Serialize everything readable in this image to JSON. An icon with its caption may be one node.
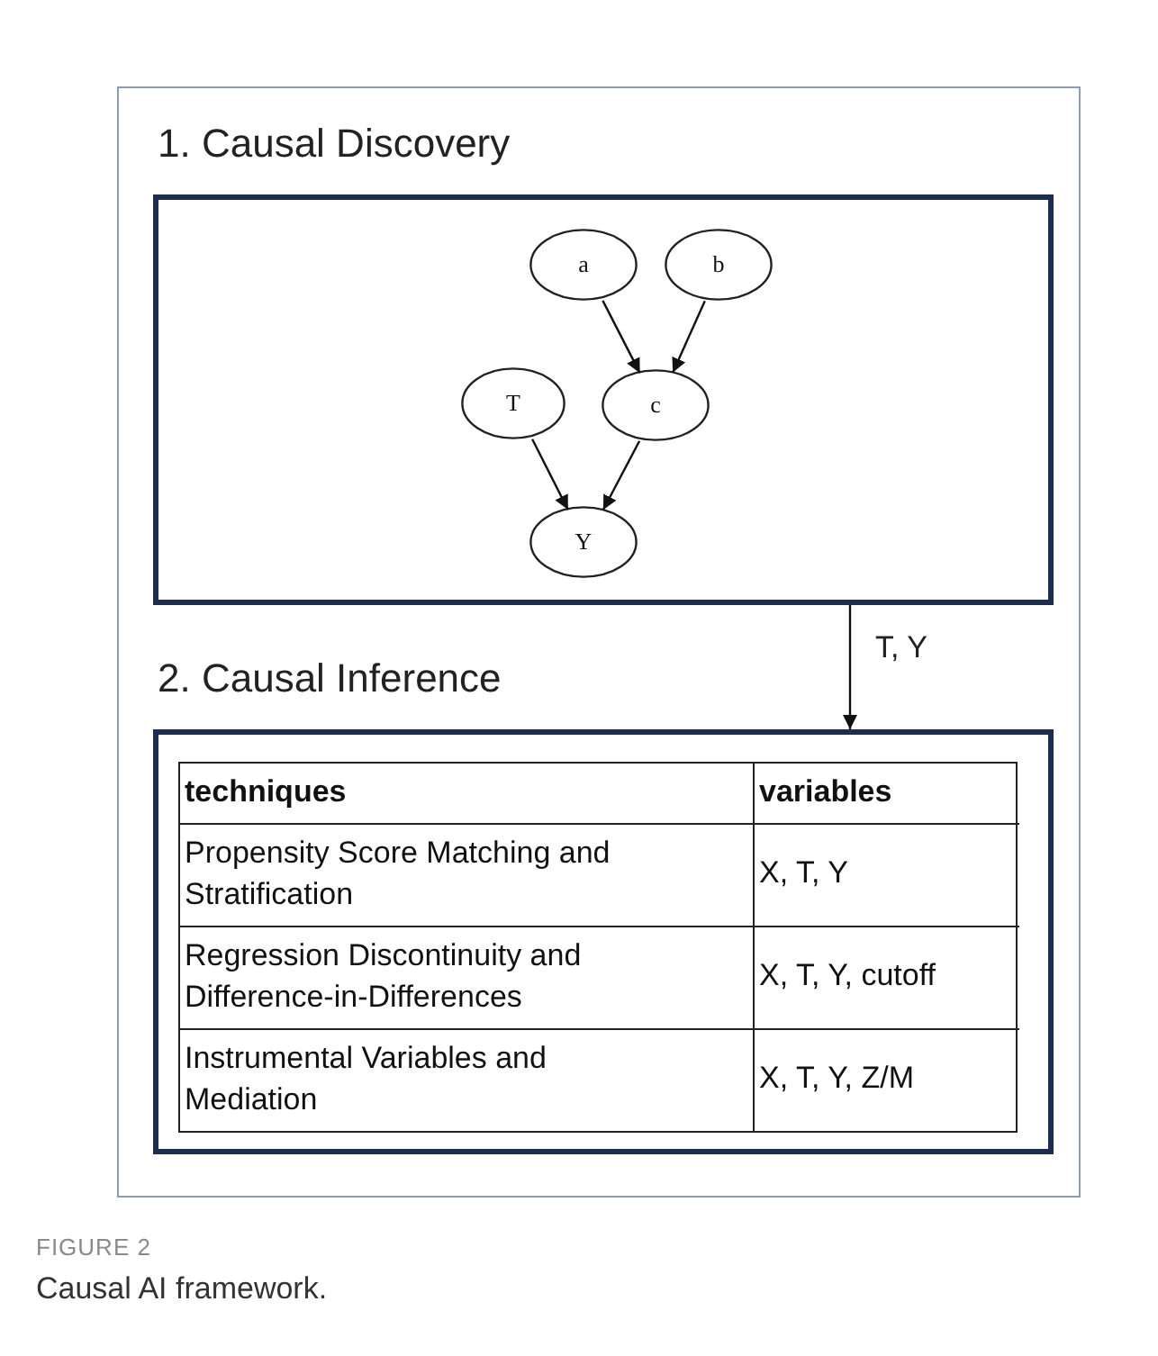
{
  "diagram": {
    "caption": "Causal AI framework.",
    "nodes": [
      {
        "text": [],
        "shape": "box"
      },
      {
        "text": [
          "1. Causal Discovery"
        ],
        "in": 0
      },
      {
        "text": [
          "a"
        ],
        "in": 1
      },
      {
        "text": [
          "b"
        ],
        "in": 1
      },
      {
        "text": [
          "T"
        ],
        "in": 1
      },
      {
        "text": [
          "c"
        ],
        "in": 1
      },
      {
        "text": [
          "Y"
        ],
        "in": 1
      },
      {
        "text": [
          "2. Causal Inference"
        ],
        "in": 0
      }
    ],
    "edges": [
      {
        "from": 2,
        "to": 5,
        "arrow": "to"
      },
      {
        "from": 3,
        "to": 5,
        "arrow": "to"
      },
      {
        "from": 4,
        "to": 6,
        "arrow": "to"
      },
      {
        "from": 5,
        "to": 6,
        "arrow": "to"
      },
      {
        "from": 1,
        "to": 7,
        "arrow": "to",
        "label": "T, Y"
      }
    ],
    "labels": [
      "techniques",
      "variables",
      "Propensity Score Matching and Stratification",
      "X, T, Y",
      "Regression Discontinuity and Difference-in-Differences",
      "X, T, Y, cutoff",
      "Instrumental Variables and Mediation",
      "X, T, Y, Z/M",
      "FIGURE 2"
    ]
  }
}
